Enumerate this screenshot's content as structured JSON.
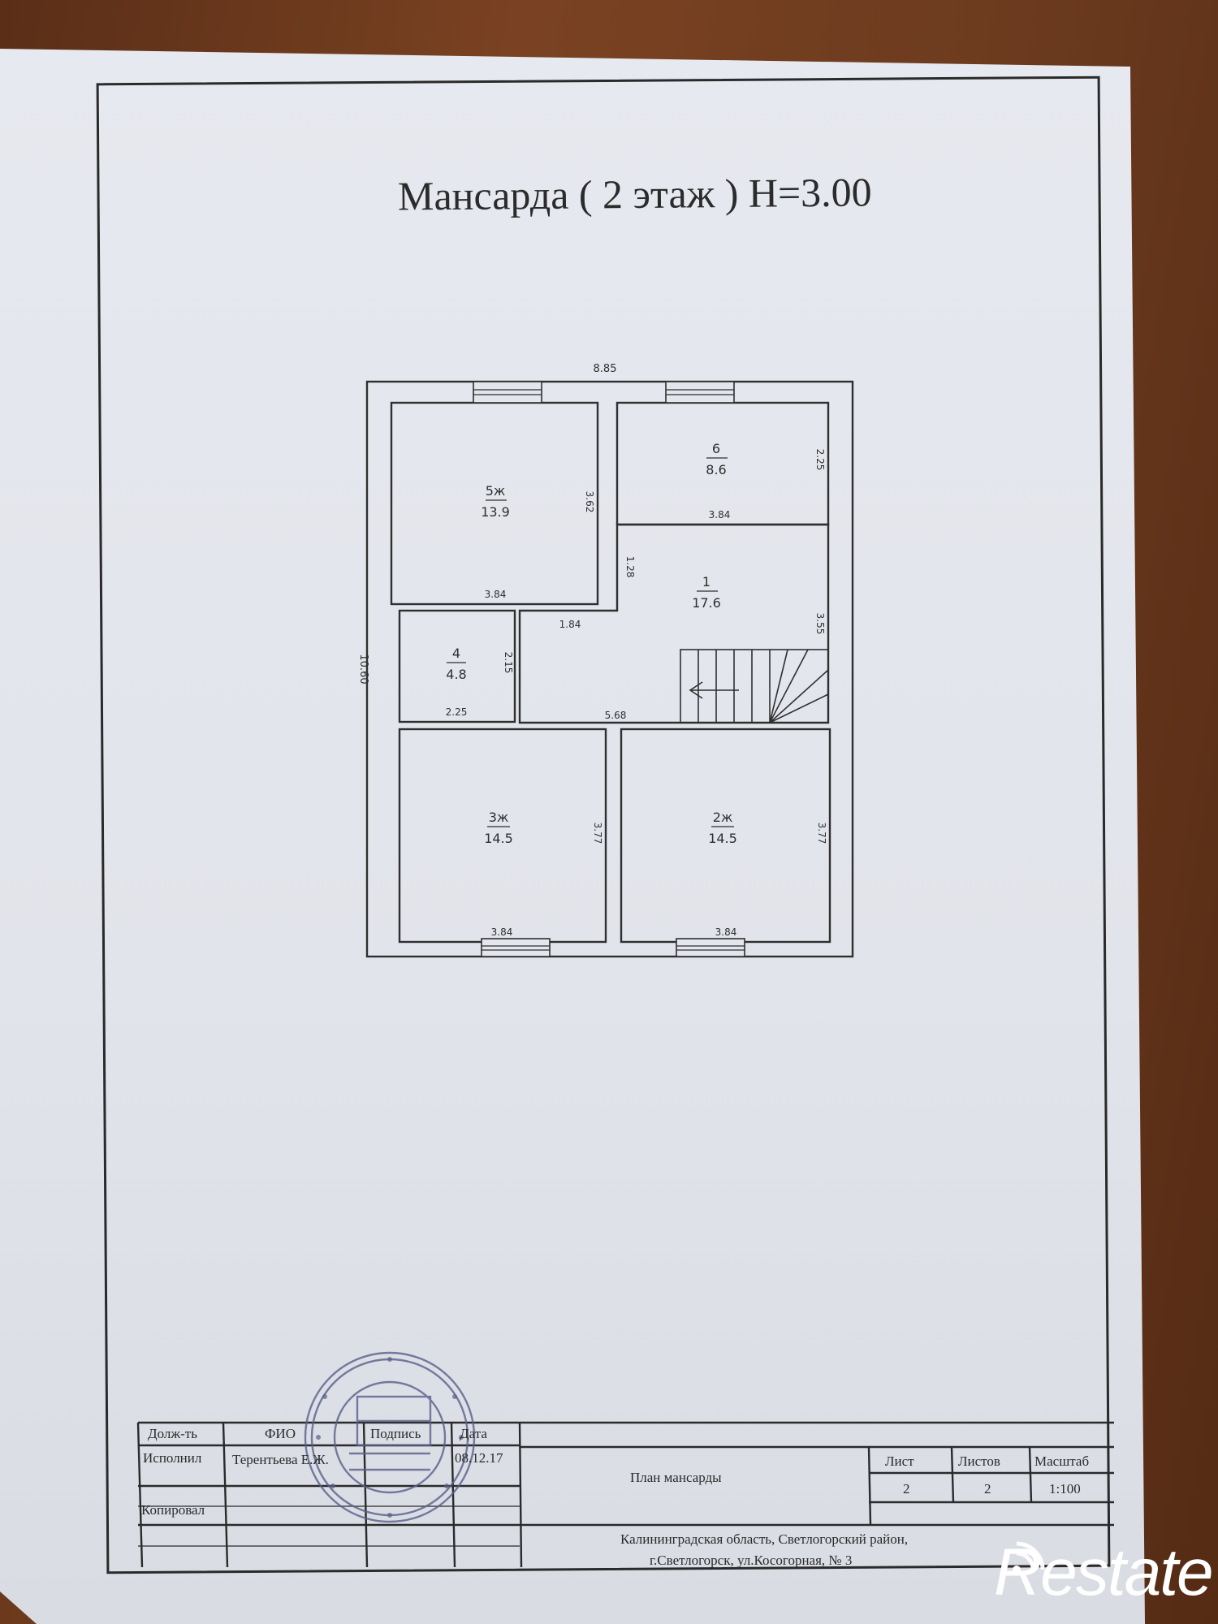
{
  "title": "Мансарда ( 2 этаж ) Н=3.00",
  "plan": {
    "overall_width": "8.85",
    "overall_height": "10.60",
    "rooms": [
      {
        "id": "5ж",
        "area": "13.9",
        "width": "3.84",
        "height": "3.62"
      },
      {
        "id": "6",
        "area": "8.6",
        "width": "3.84",
        "height": "2.25"
      },
      {
        "id": "1",
        "area": "17.6",
        "width": "5.68",
        "height": "3.55",
        "extra": "1.84",
        "side": "1.28"
      },
      {
        "id": "4",
        "area": "4.8",
        "width": "2.25",
        "height": "2.15"
      },
      {
        "id": "3ж",
        "area": "14.5",
        "width": "3.84",
        "height": "3.77"
      },
      {
        "id": "2ж",
        "area": "14.5",
        "width": "3.84",
        "height": "3.77"
      }
    ]
  },
  "title_block": {
    "headers": {
      "position": "Долж-ть",
      "name": "ФИО",
      "signature": "Подпись",
      "date": "Дата"
    },
    "rows": [
      {
        "role": "Исполнил",
        "name": "Терентьева Е.Ж.",
        "date": "08.12.17"
      },
      {
        "role": "Копировал",
        "name": "",
        "date": ""
      }
    ],
    "drawing_title": "План мансарды",
    "sheet_label": "Лист",
    "sheets_label": "Листов",
    "scale_label": "Масштаб",
    "sheet": "2",
    "sheets": "2",
    "scale": "1:100",
    "address_line1": "Калининградская область, Светлогорский район,",
    "address_line2": "г.Светлогорск, ул.Косогорная, № 3"
  },
  "watermark": "Restate",
  "colors": {
    "paper": "#e3e6ec",
    "ink": "#2a2a2a",
    "stamp": "#5a5f8a",
    "desk": "#6b3a1e"
  }
}
